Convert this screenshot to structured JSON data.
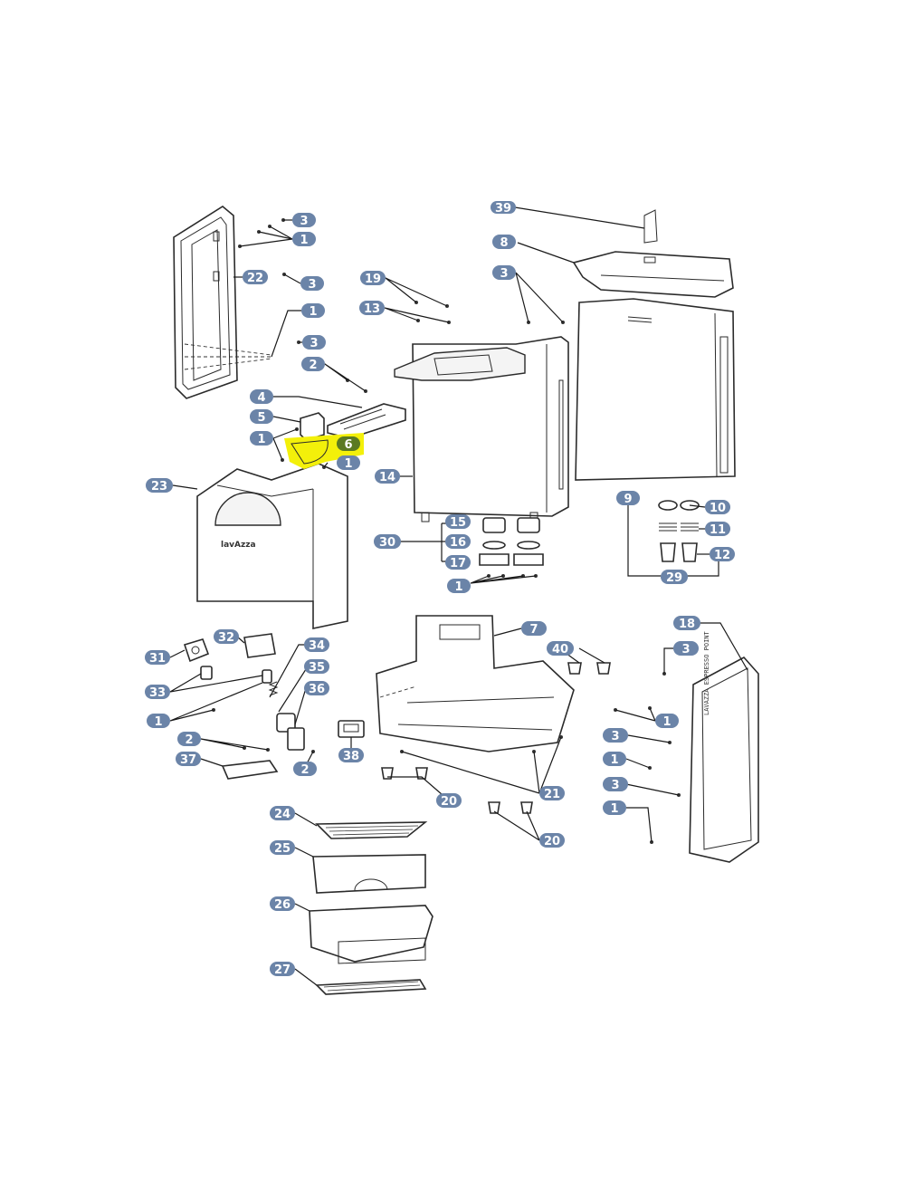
{
  "colors": {
    "label_fill": "#6b84a8",
    "label_text": "#ffffff",
    "highlight": "#f3f00a",
    "highlight_label": "#5b7a22",
    "line": "#2b2b2b"
  },
  "highlighted_part": "6",
  "labels": {
    "p1": "1",
    "p2": "2",
    "p3": "3",
    "p4": "4",
    "p5": "5",
    "p6": "6",
    "p7": "7",
    "p8": "8",
    "p9": "9",
    "p10": "10",
    "p11": "11",
    "p12": "12",
    "p13": "13",
    "p14": "14",
    "p15": "15",
    "p16": "16",
    "p17": "17",
    "p18": "18",
    "p19": "19",
    "p20": "20",
    "p21": "21",
    "p22": "22",
    "p23": "23",
    "p24": "24",
    "p25": "25",
    "p26": "26",
    "p27": "27",
    "p29": "29",
    "p30": "30",
    "p31": "31",
    "p32": "32",
    "p33": "33",
    "p34": "34",
    "p35": "35",
    "p36": "36",
    "p37": "37",
    "p38": "38",
    "p39": "39",
    "p40": "40"
  },
  "brand_logo_text": "lavAzza",
  "panel_text": "LAVAZZA ESPRESSO POINT"
}
